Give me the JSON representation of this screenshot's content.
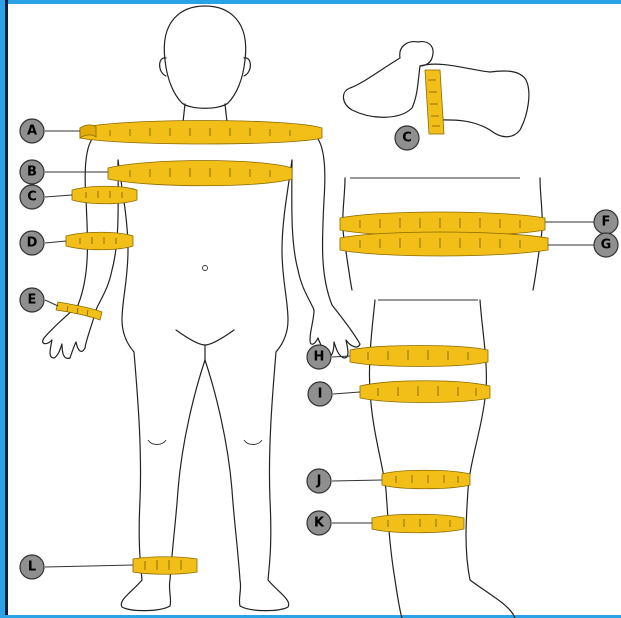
{
  "colors": {
    "tape": "#f2bf18",
    "tape_edge": "#e3ab08",
    "badge": "#8f8f8f",
    "frame_accent": "#2aa3e6"
  },
  "labels": {
    "A": "A",
    "B": "B",
    "C": "C",
    "D": "D",
    "E": "E",
    "F": "F",
    "G": "G",
    "H": "H",
    "I": "I",
    "J": "J",
    "K": "K",
    "L": "L"
  }
}
